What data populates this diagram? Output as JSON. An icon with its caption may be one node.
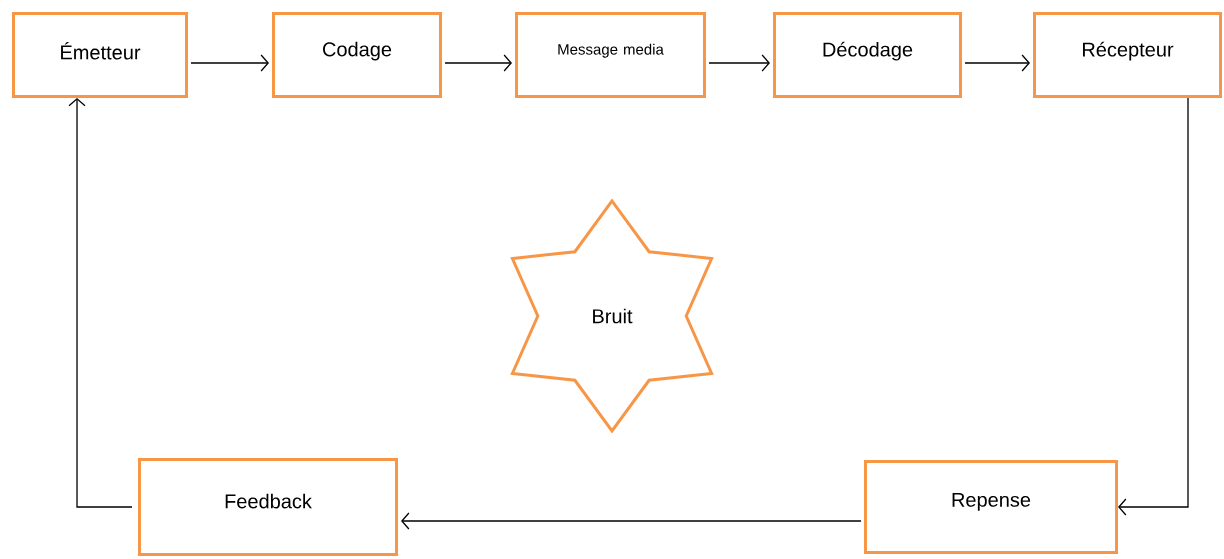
{
  "diagram": {
    "nodes": [
      {
        "text": [
          "Émetteur"
        ]
      },
      {
        "text": [
          "Codage"
        ]
      },
      {
        "text": [
          "Message media"
        ]
      },
      {
        "text": [
          "Décodage"
        ]
      },
      {
        "text": [
          "Récepteur"
        ]
      },
      {
        "text": [
          "Bruit"
        ]
      },
      {
        "text": [
          "Feedback"
        ]
      },
      {
        "text": [
          "Repense"
        ]
      }
    ],
    "edges": [
      {
        "from": 0,
        "to": 1,
        "arrow": "to"
      },
      {
        "from": 1,
        "to": 2,
        "arrow": "to"
      },
      {
        "from": 2,
        "to": 3,
        "arrow": "to"
      },
      {
        "from": 3,
        "to": 4,
        "arrow": "to"
      },
      {
        "from": 4,
        "to": 7,
        "arrow": "to"
      },
      {
        "from": 7,
        "to": 6,
        "arrow": "to"
      },
      {
        "from": 6,
        "to": 0,
        "arrow": "to"
      }
    ]
  }
}
